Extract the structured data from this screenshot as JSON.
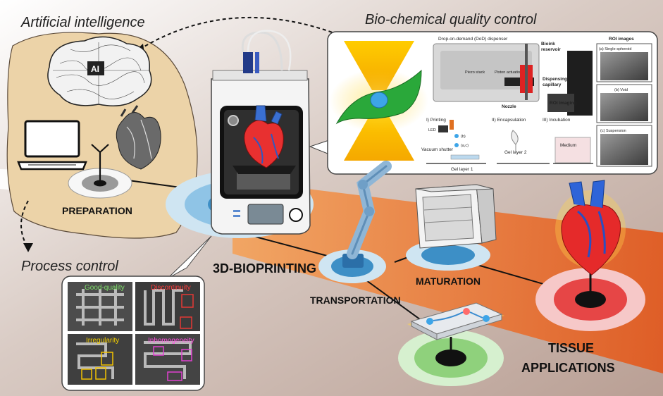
{
  "figure": {
    "top_labels": {
      "ai": "Artificial intelligence",
      "qc": "Bio-chemical quality control",
      "process": "Process control"
    },
    "ai_chip_text": "AI",
    "stages": {
      "preparation": "PREPARATION",
      "bioprinting": "3D-BIOPRINTING",
      "transportation": "TRANSPORTATION",
      "maturation": "MATURATION",
      "tissue_line1": "TISSUE",
      "tissue_line2": "APPLICATIONS"
    },
    "qc_panel": {
      "dod": "Drop-on-demand (DoD) dispenser",
      "bioink1": "Bioink",
      "bioink2": "reservoir",
      "piezo_stack": "Piezo stack",
      "piston": "Piston actuation",
      "disp1": "Dispensing",
      "disp2": "capillary",
      "nozzle": "Nozzle",
      "roi_imaging": "ROI imaging",
      "roi_images": "ROI images",
      "roi_a": "(a) Single-spheroid",
      "roi_b": "(b) Void",
      "roi_c": "(c) Suspension",
      "step1": "I) Printing",
      "step2": "II) Encapsulation",
      "step3": "III) Incubation",
      "led": "LED",
      "b_label": "(b)",
      "ac_label": "(a,c)",
      "vacuum": "Vacuum shutter",
      "gel1": "Gel layer 1",
      "gel2": "Gel layer 2",
      "medium": "Medium"
    },
    "process_panel": {
      "good": "Good-quality",
      "disc": "Discontinuity",
      "irreg": "Irregularity",
      "inhom": "Inhomogeneity"
    }
  }
}
